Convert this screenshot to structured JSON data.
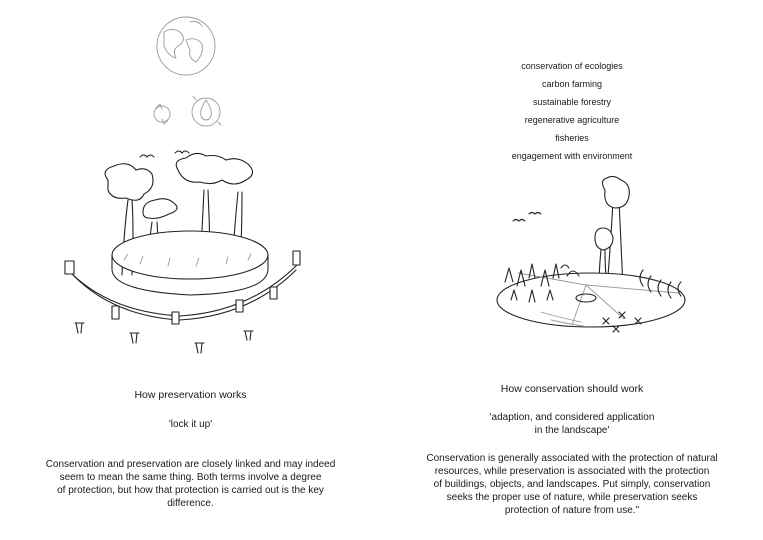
{
  "preservation": {
    "title": "How preservation works",
    "quote": "'lock it up'",
    "body": "Conservation and preservation are closely linked and may indeed\nseem to mean the same thing. Both terms involve a degree\nof protection, but how that protection is carried out is the key\ndifference."
  },
  "conservation": {
    "terms": [
      "conservation of ecologies",
      "carbon farming",
      "sustainable forestry",
      "regenerative agriculture",
      "fisheries",
      "engagement with environment"
    ],
    "title": "How conservation should work",
    "quote": "'adaption, and considered application\nin the landscape'",
    "body": "Conservation is generally associated with the protection of natural\nresources, while preservation is associated with the protection\nof buildings, objects, and landscapes. Put simply, conservation\nseeks the proper use of nature, while preservation seeks\nprotection of nature from use.\""
  },
  "icons": [
    "globe-icon",
    "recycle-icon",
    "water-drop-icon",
    "preserved-island-sketch",
    "conservation-landscape-sketch"
  ]
}
